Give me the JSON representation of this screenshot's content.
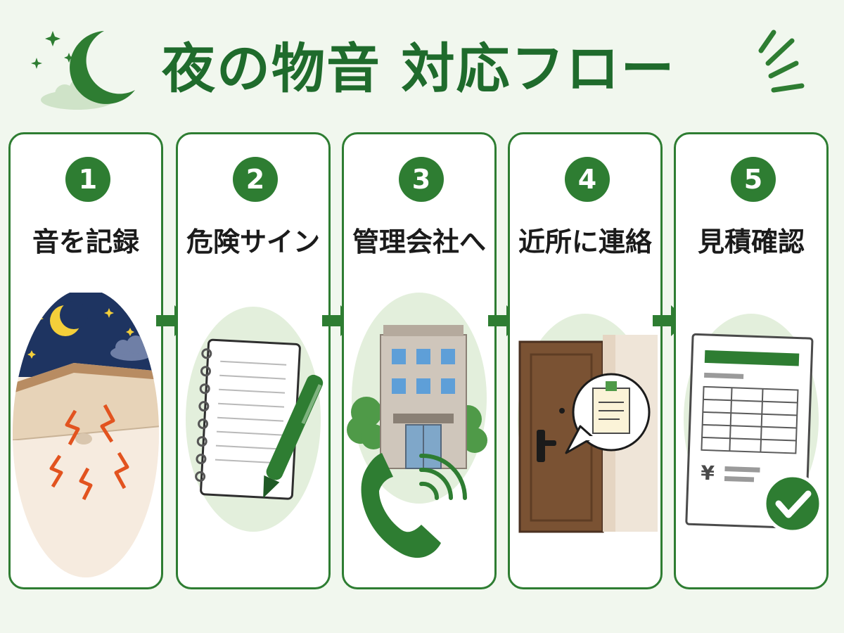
{
  "header": {
    "title": "夜の物音 対応フロー"
  },
  "colors": {
    "accent": "#2e7d32",
    "accent_dark": "#1f6b2c",
    "background": "#f1f7ee",
    "night_sky": "#1e3461",
    "alert": "#e2531f"
  },
  "steps": [
    {
      "number": "1",
      "label": "音を記録",
      "icon": "night-ceiling-noise-icon"
    },
    {
      "number": "2",
      "label": "危険サイン",
      "icon": "notepad-pen-icon"
    },
    {
      "number": "3",
      "label": "管理会社へ",
      "icon": "building-phone-icon"
    },
    {
      "number": "4",
      "label": "近所に連絡",
      "icon": "door-note-icon"
    },
    {
      "number": "5",
      "label": "見積確認",
      "icon": "estimate-check-icon"
    }
  ],
  "estimate": {
    "currency_symbol": "¥"
  }
}
